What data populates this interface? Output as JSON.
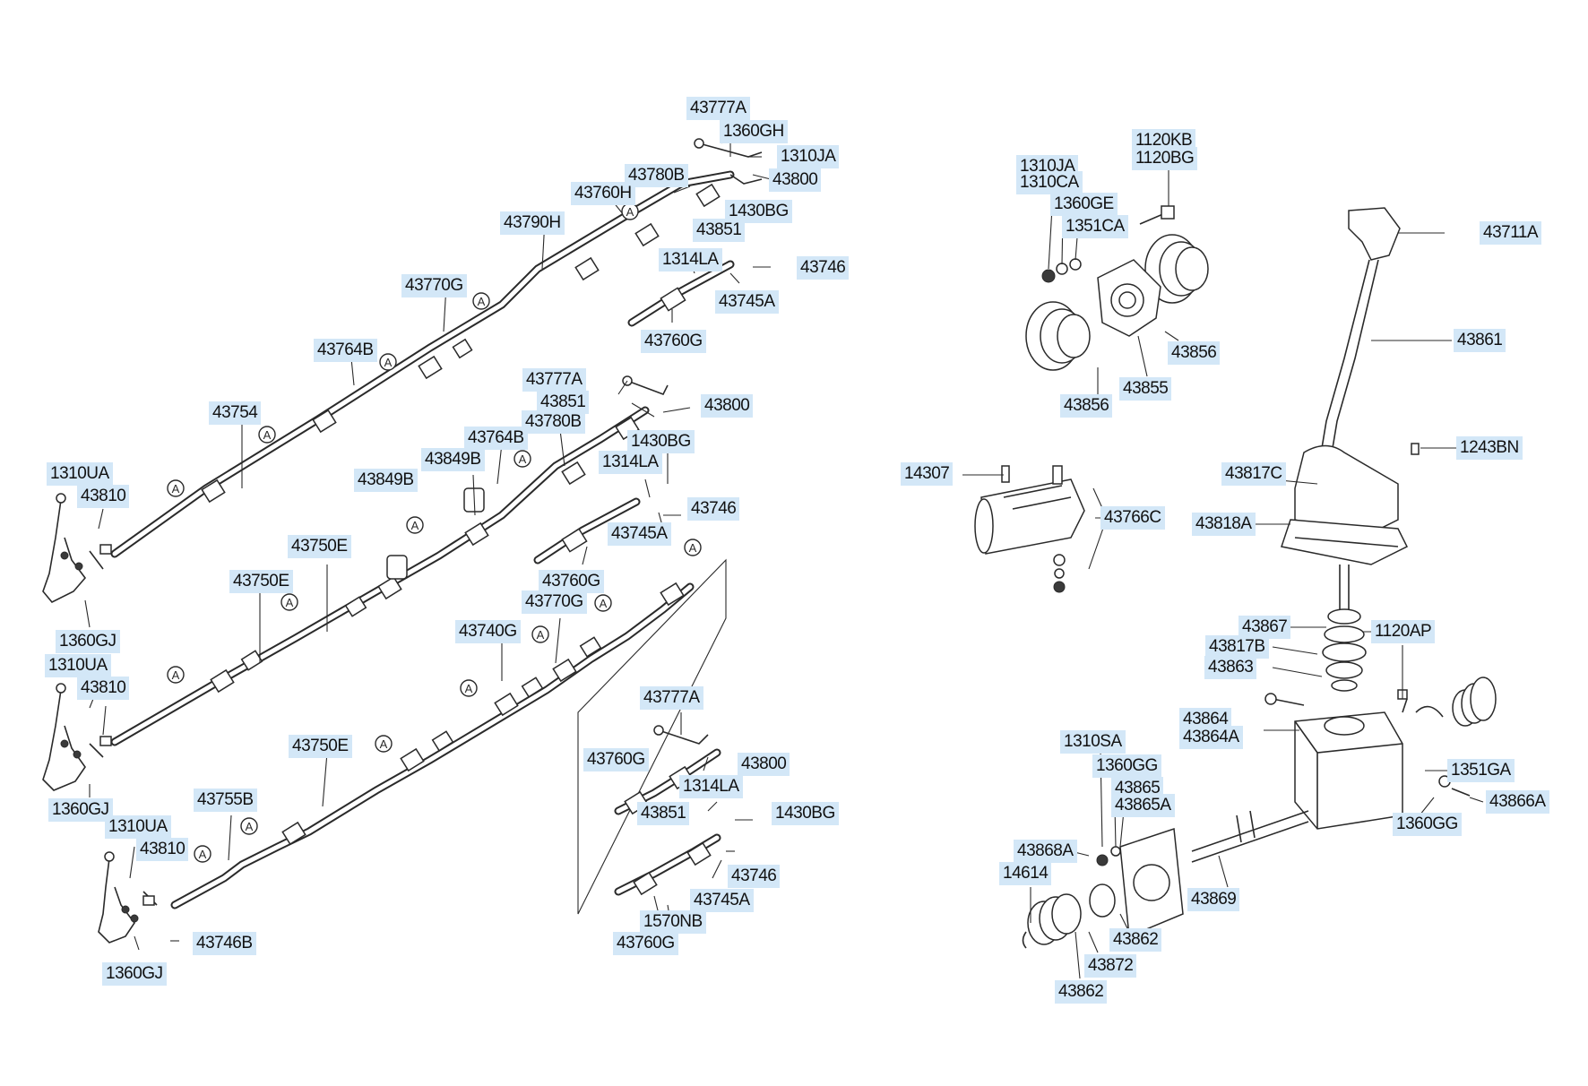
{
  "diagram": {
    "ref_marker": "A",
    "labels": [
      "43777A",
      "1360GH",
      "1310JA",
      "43800",
      "43780B",
      "43760H",
      "1430BG",
      "43851",
      "43790H",
      "1314LA",
      "43746",
      "43770G",
      "43745A",
      "43760G",
      "43764B",
      "43754",
      "1310UA",
      "43810",
      "43777A",
      "43851",
      "43800",
      "43780B",
      "43764B",
      "1430BG",
      "43849B",
      "1314LA",
      "43849B",
      "43746",
      "43745A",
      "43750E",
      "43760G",
      "43750E",
      "43770G",
      "1360GJ",
      "43740G",
      "1310UA",
      "43810",
      "43777A",
      "1360GJ",
      "43750E",
      "43760G",
      "43800",
      "43755B",
      "1314LA",
      "1310UA",
      "43851",
      "1430BG",
      "43810",
      "43746",
      "43745A",
      "1570NB",
      "43746B",
      "43760G",
      "1360GJ",
      "1120KB",
      "1120BG",
      "1310JA",
      "1310CA",
      "1360GE",
      "1351CA",
      "43711A",
      "43861",
      "43856",
      "43855",
      "43856",
      "14307",
      "1243BN",
      "43817C",
      "43766C",
      "43818A",
      "43867",
      "1120AP",
      "43817B",
      "43863",
      "43864",
      "43864A",
      "1310SA",
      "1360GG",
      "1351GA",
      "43865",
      "43865A",
      "43866A",
      "1360GG",
      "43868A",
      "14614",
      "43869",
      "43862",
      "43872",
      "43862"
    ]
  }
}
